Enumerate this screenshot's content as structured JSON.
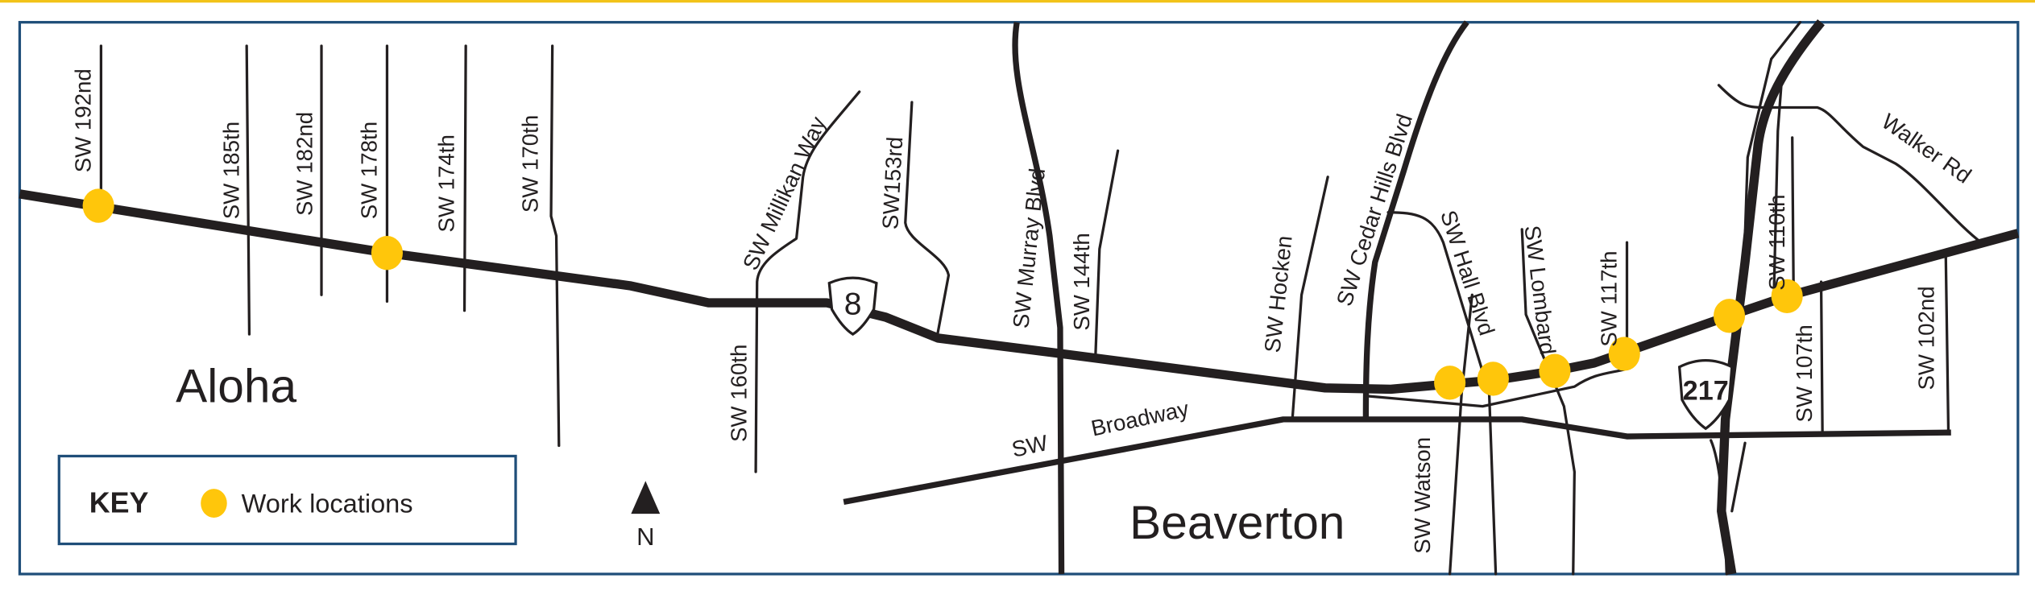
{
  "colors": {
    "work_location": "#ffc60b",
    "frame": "#1f4e79",
    "top_rule": "#f2c318",
    "road": "#231f20"
  },
  "cities": {
    "aloha": "Aloha",
    "beaverton": "Beaverton"
  },
  "shields": {
    "route8": "8",
    "route217": "217"
  },
  "streets": {
    "sw192nd": "SW 192nd",
    "sw185th": "SW 185th",
    "sw182nd": "SW 182nd",
    "sw178th": "SW 178th",
    "sw174th": "SW 174th",
    "sw170th": "SW 170th",
    "millikan": "SW Millikan Way",
    "sw153rd": "SW153rd",
    "sw160th": "SW 160th",
    "murray": "SW Murray Blvd",
    "sw144th": "SW 144th",
    "hocken": "SW Hocken",
    "cedar_hills": "SW Cedar Hills Blvd",
    "hall": "SW Hall Blvd",
    "lombard": "SW Lombard",
    "sw117th": "SW 117th",
    "sw110th": "SW 110th",
    "sw107th": "SW 107th",
    "sw102nd": "SW 102nd",
    "watson": "SW Watson",
    "walker": "Walker Rd",
    "broadway_sw": "SW",
    "broadway": "Broadway"
  },
  "key": {
    "title": "KEY",
    "item": "Work locations"
  },
  "north": "N"
}
